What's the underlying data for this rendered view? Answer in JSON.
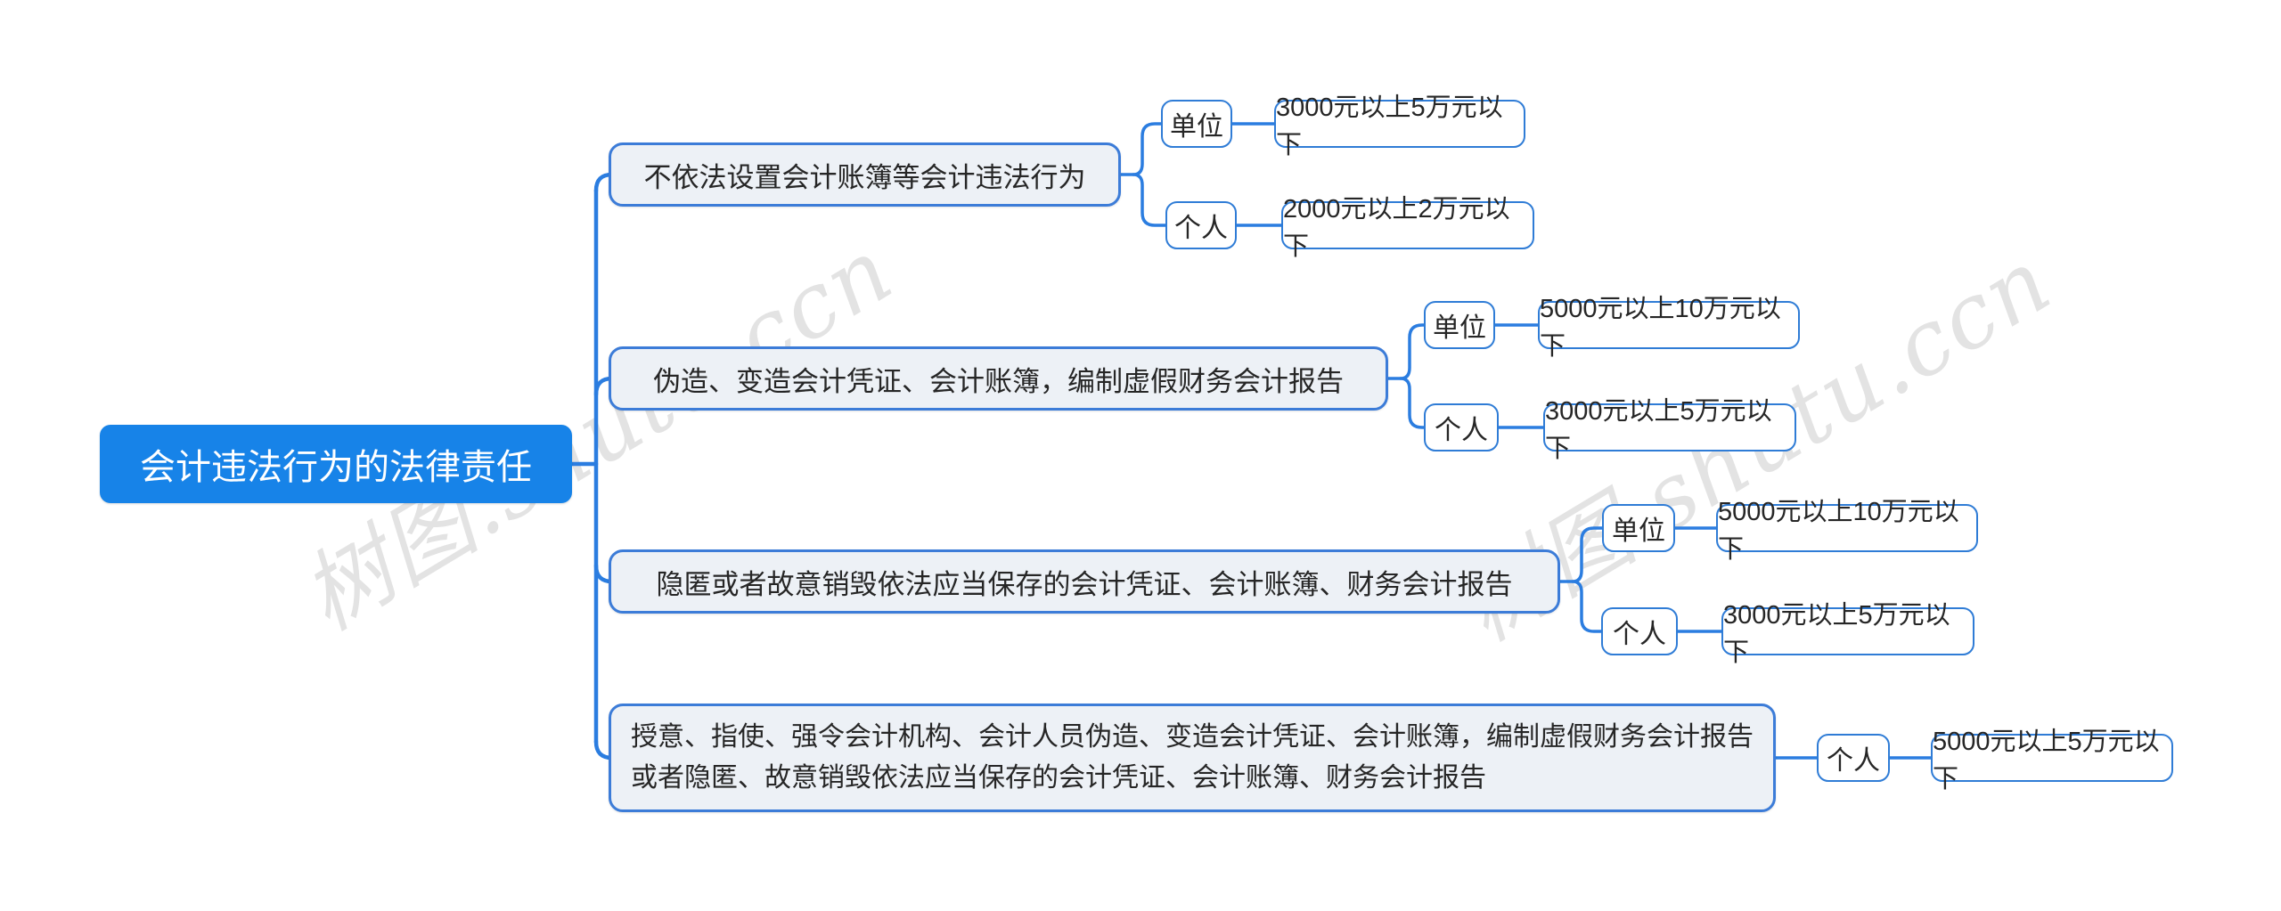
{
  "watermark": {
    "text": "树图.shutu.ccn",
    "color": "#d9d9d9"
  },
  "colors": {
    "root_fill": "#1783e8",
    "root_text": "#ffffff",
    "branch_fill": "#edf1f6",
    "node_border": "#2f7cd6",
    "connector": "#2b7de0",
    "text": "#262626"
  },
  "root": {
    "label": "会计违法行为的法律责任"
  },
  "branches": [
    {
      "label": "不依法设置会计账簿等会计违法行为",
      "children": [
        {
          "subject": "单位",
          "penalty": "3000元以上5万元以下"
        },
        {
          "subject": "个人",
          "penalty": "2000元以上2万元以下"
        }
      ]
    },
    {
      "label": "伪造、变造会计凭证、会计账簿，编制虚假财务会计报告",
      "children": [
        {
          "subject": "单位",
          "penalty": "5000元以上10万元以下"
        },
        {
          "subject": "个人",
          "penalty": "3000元以上5万元以下"
        }
      ]
    },
    {
      "label": "隐匿或者故意销毁依法应当保存的会计凭证、会计账簿、财务会计报告",
      "children": [
        {
          "subject": "单位",
          "penalty": "5000元以上10万元以下"
        },
        {
          "subject": "个人",
          "penalty": "3000元以上5万元以下"
        }
      ]
    },
    {
      "label": "授意、指使、强令会计机构、会计人员伪造、变造会计凭证、会计账簿，编制虚假财务会计报告或者隐匿、故意销毁依法应当保存的会计凭证、会计账簿、财务会计报告",
      "children": [
        {
          "subject": "个人",
          "penalty": "5000元以上5万元以下"
        }
      ]
    }
  ]
}
